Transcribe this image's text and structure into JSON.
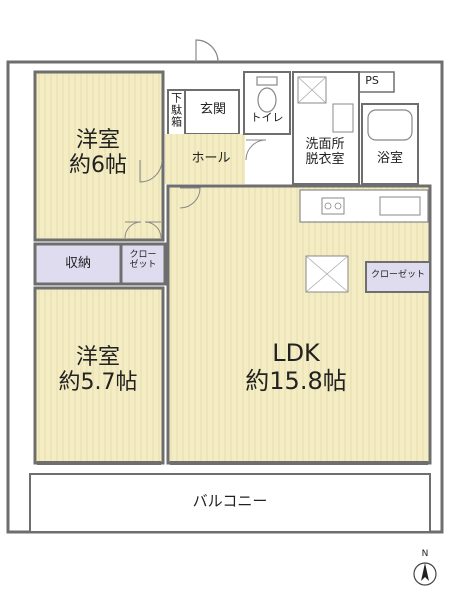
{
  "rooms": {
    "western1": {
      "name": "洋室",
      "size": "約6帖"
    },
    "western2": {
      "name": "洋室",
      "size": "約5.7帖"
    },
    "ldk": {
      "name": "LDK",
      "size": "約15.8帖"
    },
    "storage": "収納",
    "closet_small": [
      "クロー",
      "ゼット"
    ],
    "closet_ldk": "クローゼット",
    "entrance": "玄関",
    "shoe_box": "下駄箱",
    "hall": "ホール",
    "toilet": "トイレ",
    "washroom": [
      "洗面所",
      "脱衣室"
    ],
    "bath": "浴室",
    "ps": "PS",
    "balcony": "バルコニー"
  },
  "compass": {
    "north_label": "N"
  },
  "colors": {
    "wall": "#6e6e6e",
    "floor_wood": "#f4edc4",
    "floor_stripe": "#e6ddae",
    "storage": "#e0dcf0",
    "wet_area": "#ffffff",
    "line": "#888888"
  }
}
